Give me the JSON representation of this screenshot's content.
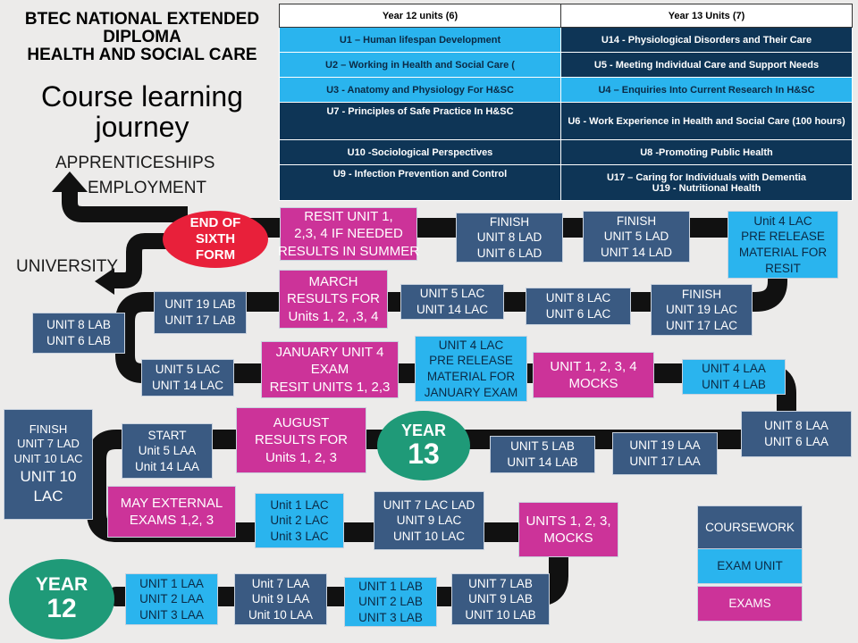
{
  "header": {
    "qual_line1": "BTEC NATIONAL EXTENDED",
    "qual_line2": "DIPLOMA",
    "qual_line3": "HEALTH AND SOCIAL CARE",
    "journey_line1": "Course learning",
    "journey_line2": "journey"
  },
  "destinations": {
    "apprenticeships": "APPRENTICESHIPS",
    "employment": "EMPLOYMENT",
    "university": "UNIVERSITY"
  },
  "units_table": {
    "col1_header": "Year 12 units (6)",
    "col2_header": "Year 13 Units (7)",
    "rows": [
      {
        "y12": "U1 – Human lifespan Development",
        "y13": "U14 - Physiological Disorders and Their Care",
        "y12_style": "light",
        "y13_style": "dark"
      },
      {
        "y12": "U2 – Working in Health and Social Care (",
        "y13": "U5 - Meeting Individual Care and Support Needs",
        "y12_style": "light",
        "y13_style": "dark"
      },
      {
        "y12": "U3 - Anatomy and Physiology For H&SC",
        "y13": "U4 – Enquiries Into Current Research In H&SC",
        "y12_style": "light",
        "y13_style": "light"
      },
      {
        "y12": "U7 - Principles of Safe Practice In H&SC",
        "y13": "U6 - Work Experience in Health and Social Care (100 hours)",
        "y12_style": "dark",
        "y13_style": "dark"
      },
      {
        "y12": "U10 -Sociological Perspectives",
        "y13": "U8 -Promoting Public Health",
        "y12_style": "dark",
        "y13_style": "dark"
      },
      {
        "y12": "U9 - Infection Prevention and Control",
        "y13": "U17 – Caring for Individuals with Dementia",
        "y13_extra": "U19 - Nutritional Health",
        "y12_style": "dark",
        "y13_style": "dark"
      }
    ]
  },
  "milestones": {
    "end_sixth_form": [
      "END OF",
      "SIXTH",
      "FORM"
    ],
    "year13": [
      "YEAR",
      "13"
    ],
    "year12": [
      "YEAR",
      "12"
    ]
  },
  "boxes": [
    {
      "id": "resit-units",
      "style": "exam",
      "lines": [
        "RESIT UNIT 1,",
        "2,3, 4 IF NEEDED",
        "RESULTS IN SUMMER"
      ]
    },
    {
      "id": "finish-u8-lad",
      "style": "coursework",
      "lines": [
        "FINISH",
        "UNIT 8 LAD",
        "UNIT 6 LAD"
      ]
    },
    {
      "id": "finish-u5-lad",
      "style": "coursework",
      "lines": [
        "FINISH",
        "UNIT 5 LAD",
        "UNIT 14 LAD"
      ]
    },
    {
      "id": "u4-lac-resit",
      "style": "examunit",
      "lines": [
        "Unit 4 LAC",
        "PRE RELEASE",
        "MATERIAL FOR",
        "RESIT"
      ]
    },
    {
      "id": "u19-lab",
      "style": "coursework",
      "lines": [
        "UNIT 19 LAB",
        "UNIT 17 LAB"
      ]
    },
    {
      "id": "march-results",
      "style": "exam",
      "lines": [
        "MARCH",
        "RESULTS FOR",
        "Units 1, 2, ,3, 4"
      ]
    },
    {
      "id": "u5-lac-top",
      "style": "coursework",
      "lines": [
        "UNIT 5 LAC",
        "UNIT 14 LAC"
      ]
    },
    {
      "id": "u8-lac",
      "style": "coursework",
      "lines": [
        "UNIT 8 LAC",
        "UNIT 6 LAC"
      ]
    },
    {
      "id": "finish-u19-lac",
      "style": "coursework",
      "lines": [
        "FINISH",
        "UNIT 19 LAC",
        "UNIT 17 LAC"
      ]
    },
    {
      "id": "u8-lab",
      "style": "coursework",
      "lines": [
        "UNIT 8 LAB",
        "UNIT 6 LAB"
      ]
    },
    {
      "id": "u5-lac-mid",
      "style": "coursework",
      "lines": [
        "UNIT 5 LAC",
        "UNIT 14 LAC"
      ]
    },
    {
      "id": "jan-u4-exam",
      "style": "exam",
      "lines": [
        "JANUARY UNIT 4",
        "EXAM",
        "RESIT UNITS 1, 2,3"
      ]
    },
    {
      "id": "u4-lac-jan",
      "style": "examunit",
      "lines": [
        "UNIT 4 LAC",
        "PRE RELEASE",
        "MATERIAL FOR",
        "JANUARY EXAM"
      ]
    },
    {
      "id": "mocks-1234",
      "style": "exam",
      "lines": [
        "UNIT 1, 2, 3,  4",
        "MOCKS"
      ]
    },
    {
      "id": "u4-laa",
      "style": "examunit",
      "lines": [
        "UNIT 4 LAA",
        "UNIT 4 LAB"
      ]
    },
    {
      "id": "finish-u7-lad",
      "style": "coursework",
      "lines": [
        "FINISH",
        "UNIT 7 LAD",
        "UNIT 10 LAC",
        "UNIT 10",
        "LAC"
      ]
    },
    {
      "id": "start-u5-laa",
      "style": "coursework",
      "lines": [
        "START",
        "Unit 5 LAA",
        "Unit 14 LAA"
      ]
    },
    {
      "id": "august-results",
      "style": "exam",
      "lines": [
        "AUGUST",
        "RESULTS FOR",
        "Units 1, 2, 3"
      ]
    },
    {
      "id": "u5-lab",
      "style": "coursework",
      "lines": [
        "UNIT 5 LAB",
        "UNIT 14 LAB"
      ]
    },
    {
      "id": "u19-laa",
      "style": "coursework",
      "lines": [
        "UNIT 19 LAA",
        "UNIT 17 LAA"
      ]
    },
    {
      "id": "u8-laa",
      "style": "coursework",
      "lines": [
        "UNIT 8 LAA",
        "UNIT 6 LAA"
      ]
    },
    {
      "id": "may-external",
      "style": "exam",
      "lines": [
        "MAY EXTERNAL",
        "EXAMS 1,2, 3"
      ]
    },
    {
      "id": "u1-lac",
      "style": "examunit",
      "lines": [
        "Unit 1 LAC",
        "Unit 2 LAC",
        "Unit 3 LAC"
      ]
    },
    {
      "id": "u7-lac-lad",
      "style": "coursework",
      "lines": [
        "UNIT 7 LAC LAD",
        "UNIT 9 LAC",
        "UNIT 10 LAC"
      ]
    },
    {
      "id": "mocks-123",
      "style": "exam",
      "lines": [
        "UNITS  1, 2, 3,",
        "MOCKS"
      ]
    },
    {
      "id": "u1-laa",
      "style": "examunit",
      "lines": [
        "UNIT 1 LAA",
        "UNIT 2 LAA",
        "UNIT 3 LAA"
      ]
    },
    {
      "id": "u7-laa",
      "style": "coursework",
      "lines": [
        "Unit 7 LAA",
        "Unit 9 LAA",
        "Unit 10 LAA"
      ]
    },
    {
      "id": "u1-lab",
      "style": "examunit",
      "lines": [
        "UNIT 1 LAB",
        "UNIT 2 LAB",
        "UNIT 3 LAB"
      ]
    },
    {
      "id": "u7-lab",
      "style": "coursework",
      "lines": [
        "UNIT 7 LAB",
        "UNIT 9 LAB",
        "UNIT 10 LAB"
      ]
    }
  ],
  "legend": {
    "coursework": "COURSEWORK",
    "exam_unit": "EXAM UNIT",
    "exams": "EXAMS"
  },
  "colors": {
    "coursework": "#3a5a82",
    "exam_unit": "#2ab4ee",
    "exams": "#cc3399",
    "end_form": "#e8203a",
    "year_badge": "#1f9a78",
    "table_dark": "#0e3556",
    "road": "#111111"
  }
}
